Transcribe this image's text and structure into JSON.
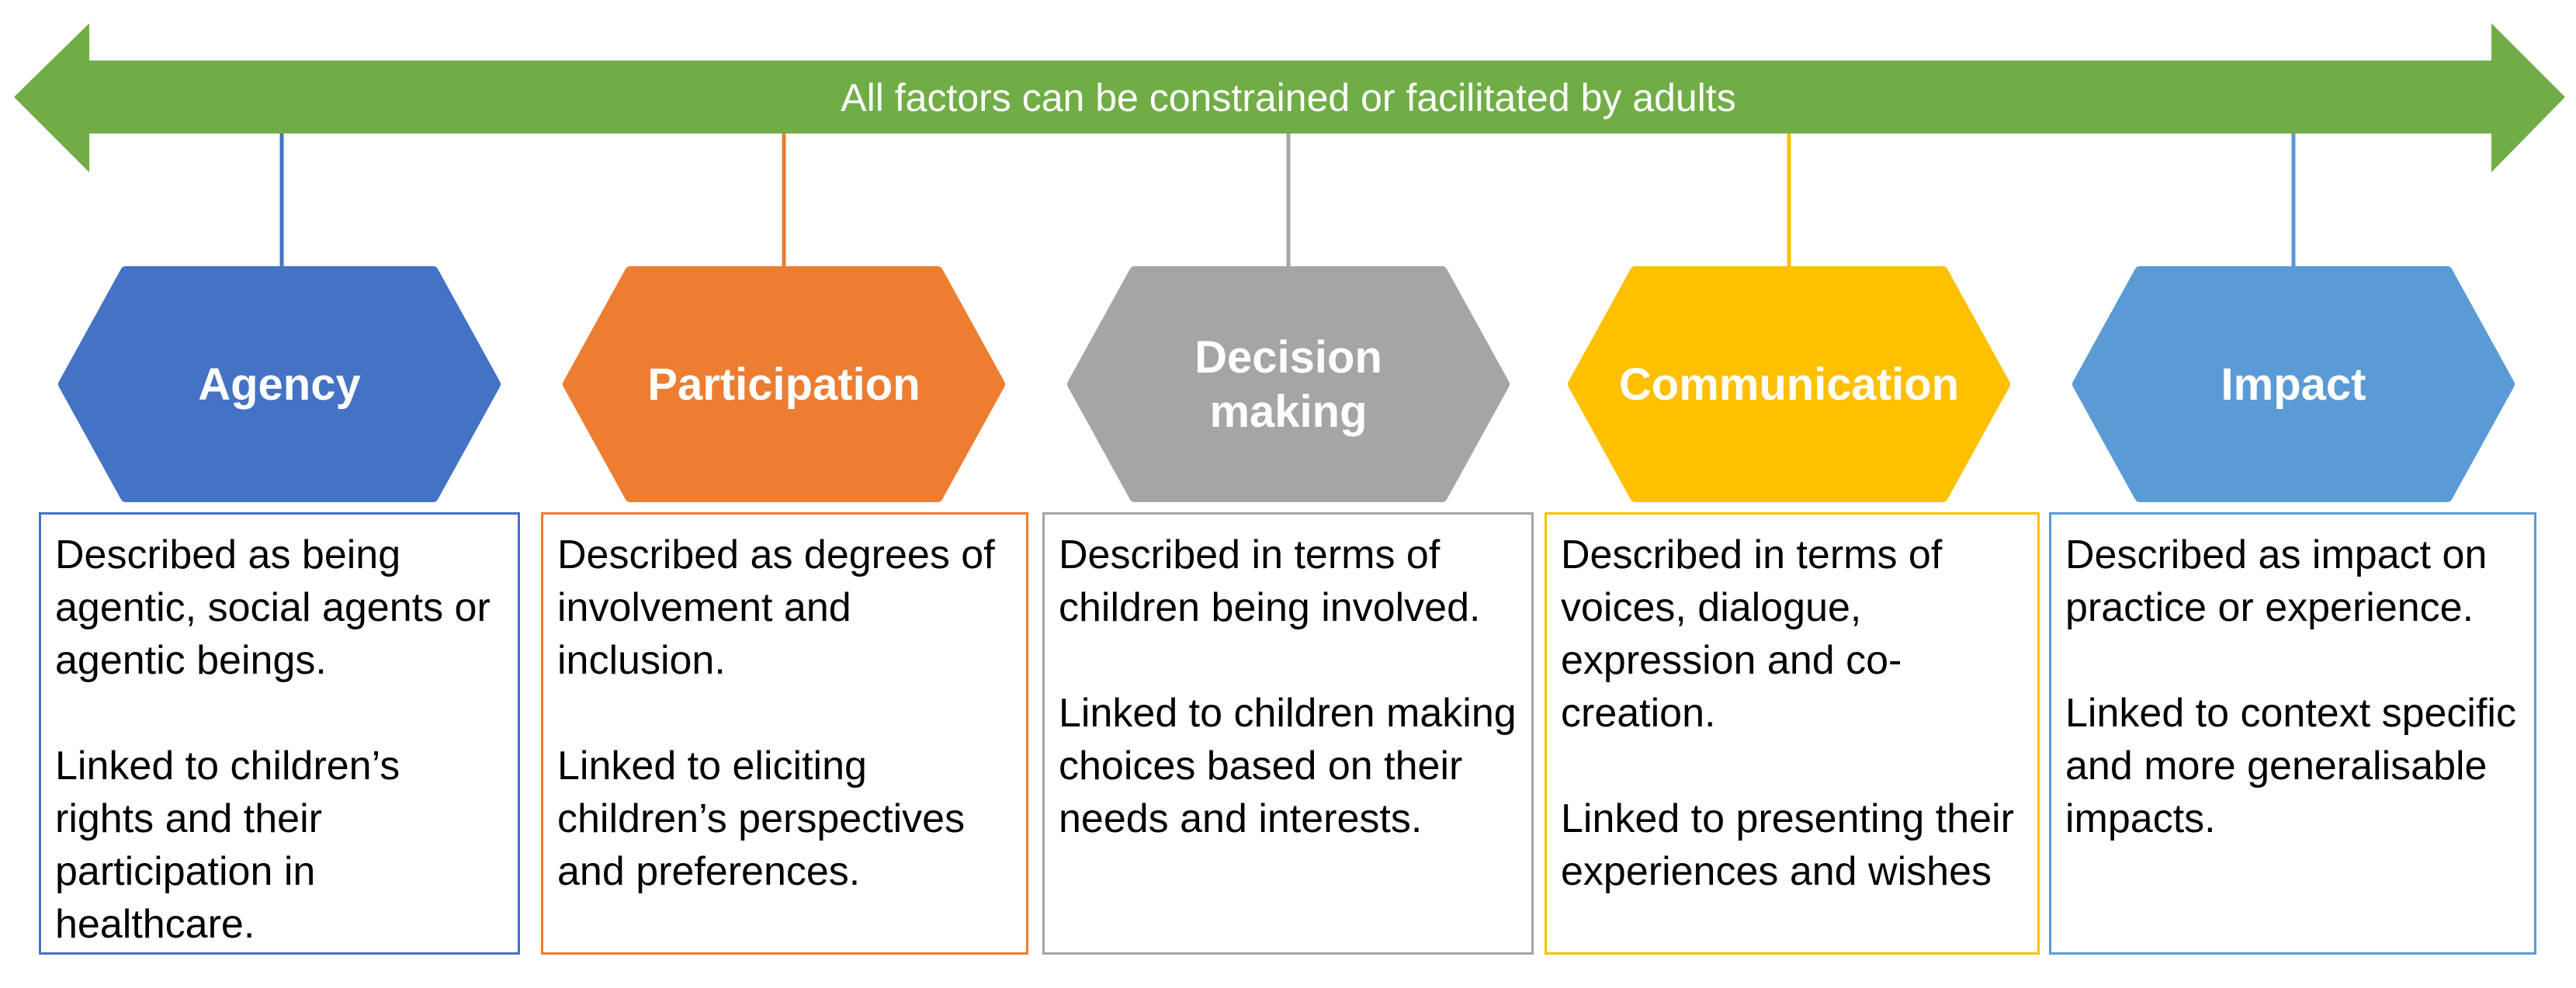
{
  "arrow": {
    "label": "All factors can be constrained or facilitated by adults",
    "color": "#70ad47"
  },
  "factors": [
    {
      "key": "agency",
      "title_lines": [
        "Agency"
      ],
      "color": "#4472c4",
      "descriptions": [
        "Described as being agentic, social agents or agentic beings.",
        "Linked to children’s rights and their participation in healthcare."
      ]
    },
    {
      "key": "participation",
      "title_lines": [
        "Participation"
      ],
      "color": "#ed7d31",
      "descriptions": [
        "Described as degrees of involvement and inclusion.",
        "Linked to eliciting children’s perspectives and preferences."
      ]
    },
    {
      "key": "decision-making",
      "title_lines": [
        "Decision",
        "making"
      ],
      "color": "#a5a5a5",
      "descriptions": [
        "Described in terms of children being involved.",
        "Linked to children making choices based on their needs and interests."
      ]
    },
    {
      "key": "communication",
      "title_lines": [
        "Communication"
      ],
      "color": "#ffc000",
      "descriptions": [
        "Described in terms of voices, dialogue, expression and co-creation.",
        "Linked to presenting their experiences and wishes"
      ]
    },
    {
      "key": "impact",
      "title_lines": [
        "Impact"
      ],
      "color": "#5b9bd5",
      "descriptions": [
        "Described as impact on practice or experience.",
        "Linked to context specific and more generalisable impacts."
      ]
    }
  ]
}
